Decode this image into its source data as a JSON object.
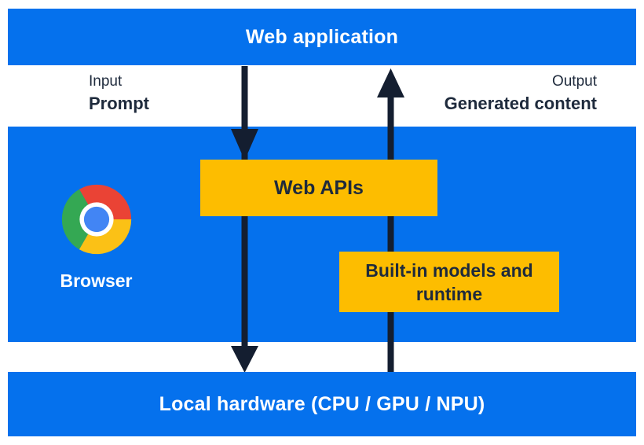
{
  "diagram_title": "browser-built-in-ai-architecture",
  "colors": {
    "blue": "#0571ED",
    "yellow": "#FDBD00",
    "text_navy": "#1E2A3C",
    "arrow_navy": "#141E30",
    "white": "#FFFFFF",
    "chrome_red": "#EA4335",
    "chrome_green": "#34A853",
    "chrome_yellow": "#FBC116",
    "chrome_center_blue": "#4285F4"
  },
  "top_bar": {
    "label": "Web application"
  },
  "io": {
    "input_caption": "Input",
    "input_label": "Prompt",
    "output_caption": "Output",
    "output_label": "Generated content"
  },
  "panel": {
    "browser_label": "Browser",
    "web_apis_label": "Web APIs",
    "builtin_label": "Built-in models and runtime"
  },
  "bottom_bar": {
    "label": "Local hardware (CPU / GPU / NPU)"
  },
  "icons": {
    "chrome_logo": "chrome-browser-logo",
    "down_arrow": "input-flow-arrow",
    "up_arrow": "output-flow-arrow"
  }
}
